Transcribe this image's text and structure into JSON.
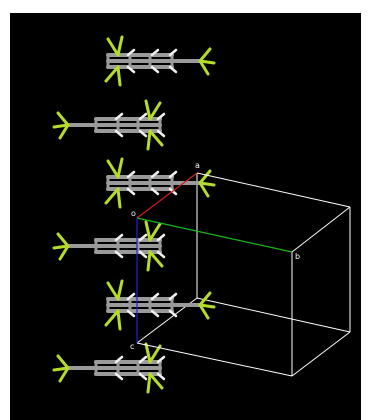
{
  "viewer": {
    "background_color": "#000000",
    "unit_cell": {
      "edge_color": "#ffffff",
      "axes": {
        "a": {
          "label": "a",
          "color": "#d61818"
        },
        "b": {
          "label": "b",
          "color": "#18b818"
        },
        "c": {
          "label": "c",
          "color": "#2020d8"
        }
      },
      "origin_label": "o"
    },
    "atom_colors": {
      "carbon": "#9a9a9a",
      "hydrogen": "#f0f0f0",
      "fluorine": "#b4dc28"
    },
    "molecule_count": 6
  }
}
